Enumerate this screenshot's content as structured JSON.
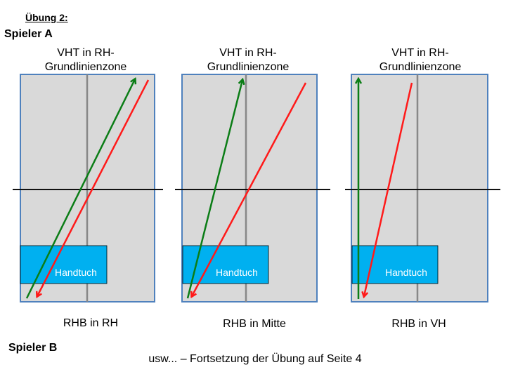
{
  "exercise_title": "Übung 2:",
  "player_a": "Spieler A",
  "player_b": "Spieler B",
  "footer": "usw... – Fortsetzung der Übung auf Seite 4",
  "towel_label": "Handtuch",
  "colors": {
    "court_fill": "#d9d9d9",
    "court_border": "#4f81bd",
    "towel_fill": "#00b0f0",
    "arrow_green": "#0b7d16",
    "arrow_red": "#ff1a1a"
  },
  "courts": [
    {
      "title_line1": "VHT in RH-",
      "title_line2": "Grundlinienzone",
      "caption": "RHB in RH"
    },
    {
      "title_line1": "VHT in RH-",
      "title_line2": "Grundlinienzone",
      "caption": "RHB in Mitte"
    },
    {
      "title_line1": "VHT in RH-",
      "title_line2": "Grundlinienzone",
      "caption": "RHB in VH"
    }
  ]
}
